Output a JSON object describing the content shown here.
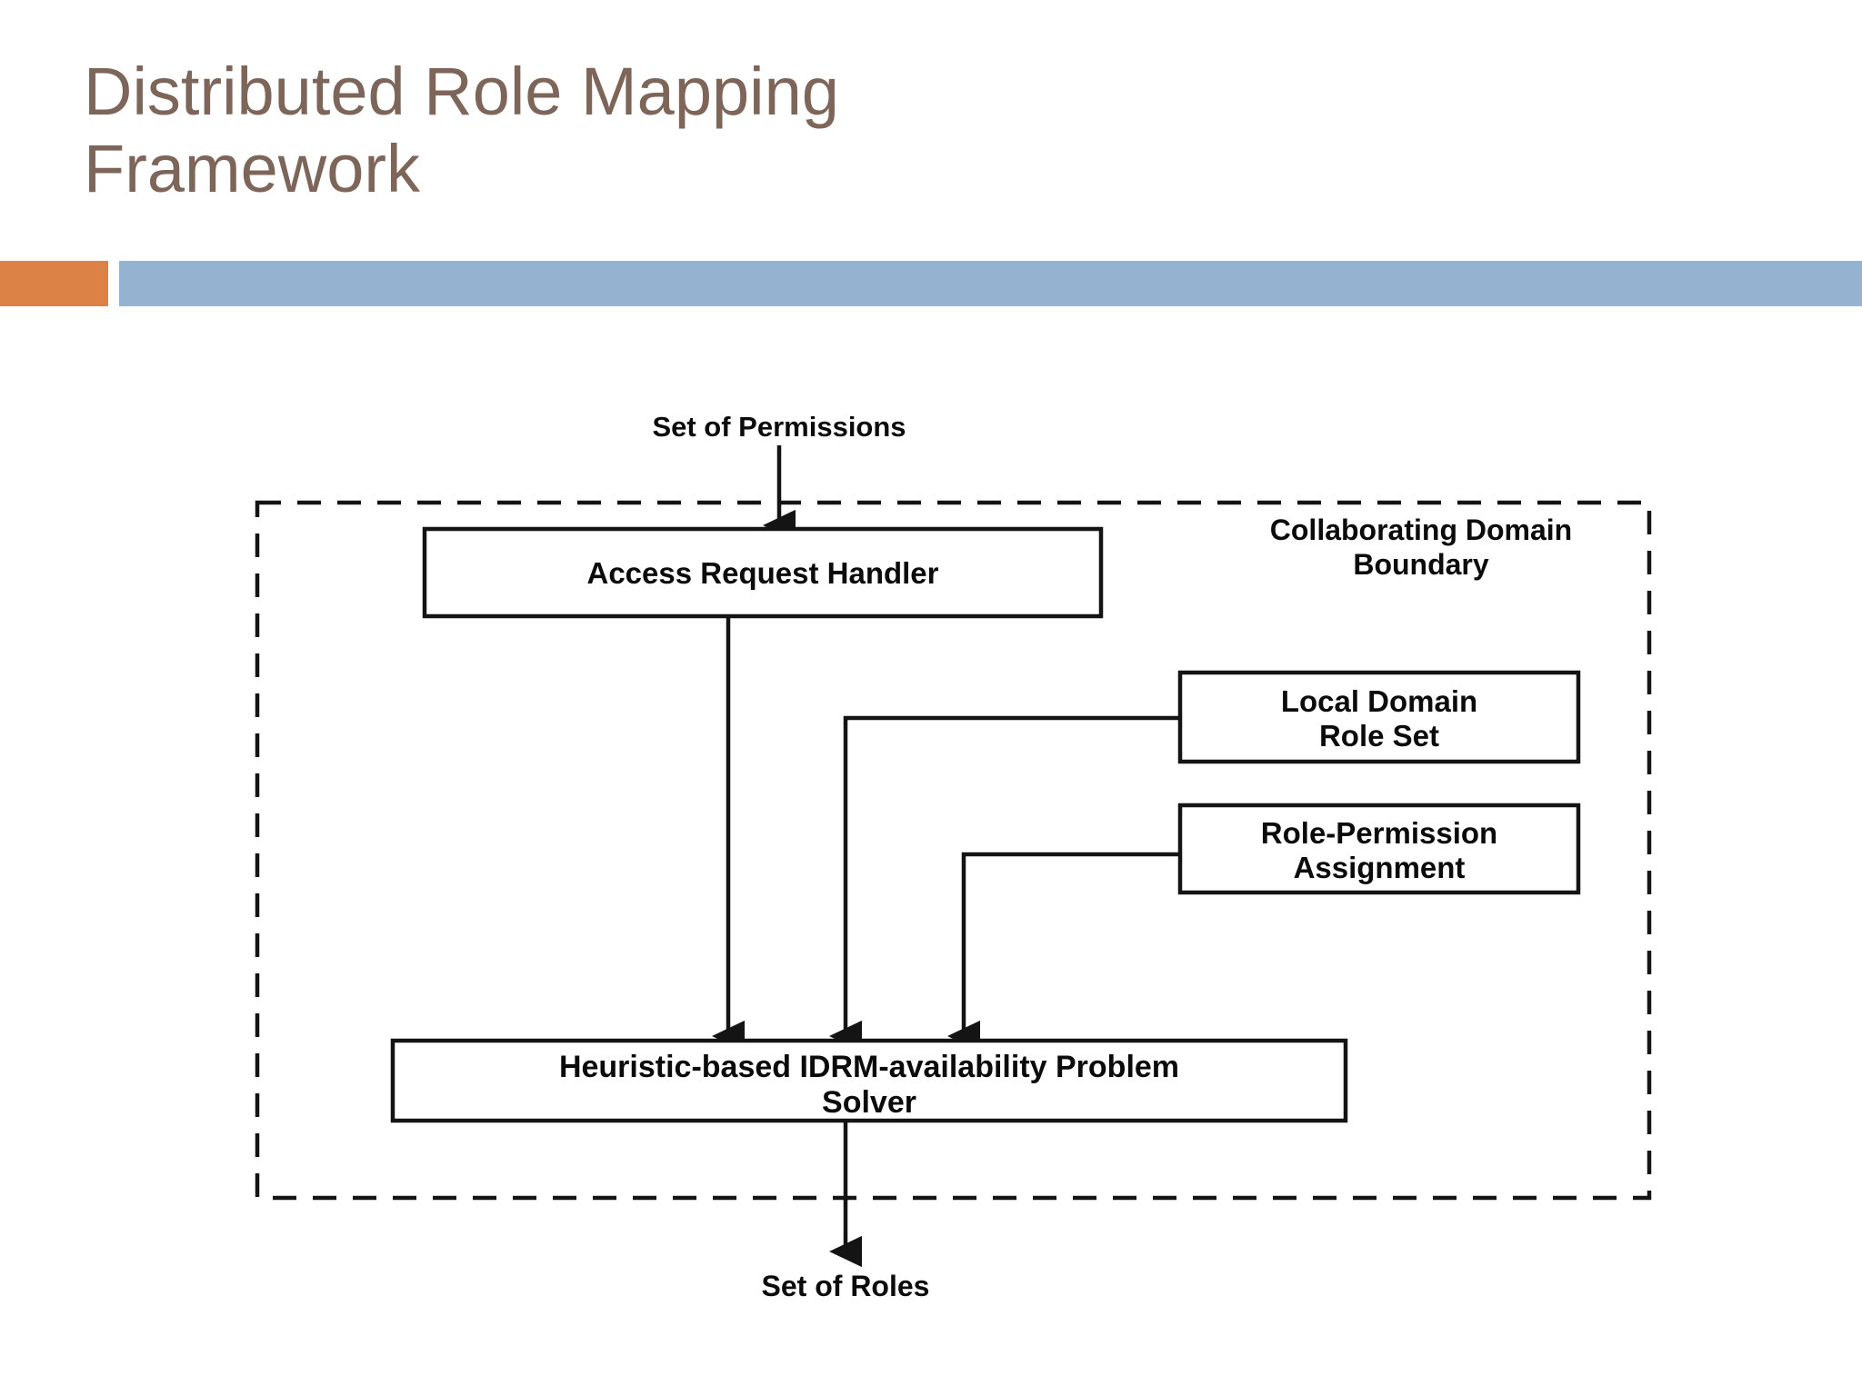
{
  "slide": {
    "title": "Distributed Role Mapping\nFramework",
    "title_color": "#7d6659",
    "accent_orange": "#dd8247",
    "accent_blue": "#95b3d0",
    "background": "#ffffff"
  },
  "diagram": {
    "boundary_label_line1": "Collaborating  Domain",
    "boundary_label_line2": "Boundary",
    "input_label": "Set of Permissions",
    "output_label": "Set of Roles",
    "boxes": [
      {
        "id": "access-request-handler",
        "label": "Access Request Handler"
      },
      {
        "id": "local-domain-role-set",
        "label_line1": "Local Domain",
        "label_line2": "Role Set"
      },
      {
        "id": "role-permission-assignment",
        "label_line1": "Role-Permission",
        "label_line2": "Assignment"
      },
      {
        "id": "idrm-solver",
        "label_line1": "Heuristic-based IDRM-availability Problem",
        "label_line2": "Solver"
      }
    ],
    "stroke_color": "#141414"
  }
}
